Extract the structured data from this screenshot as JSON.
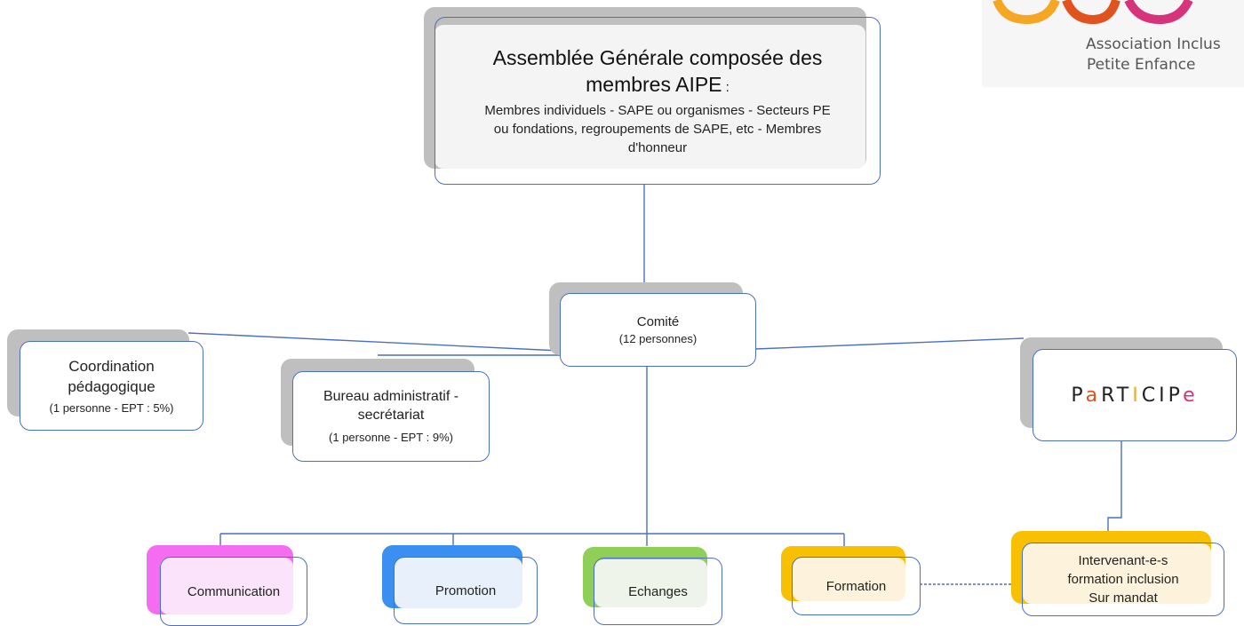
{
  "assembly": {
    "title_line1": "Assemblée Générale composée des",
    "title_line2": "membres AIPE",
    "title_suffix": " :",
    "members_line1": "Membres individuels - SAPE ou organismes - Secteurs PE",
    "members_line2": "ou fondations, regroupements de SAPE, etc - Membres",
    "members_line3": "d'honneur"
  },
  "comite": {
    "title": "Comité",
    "subtitle": "(12 personnes)"
  },
  "coordination": {
    "line1": "Coordination",
    "line2": "pédagogique",
    "detail": "(1 personne - EPT : 5%)"
  },
  "bureau": {
    "line1": "Bureau administratif -",
    "line2": "secrétariat",
    "detail": "(1 personne - EPT : 9%)"
  },
  "participe": {
    "letters": [
      {
        "ch": "P",
        "color": "#222222"
      },
      {
        "ch": "a",
        "color": "#e0531f"
      },
      {
        "ch": "R",
        "color": "#222222"
      },
      {
        "ch": "T",
        "color": "#222222"
      },
      {
        "ch": "I",
        "color": "#f5a623"
      },
      {
        "ch": "C",
        "color": "#222222"
      },
      {
        "ch": "I",
        "color": "#222222"
      },
      {
        "ch": "P",
        "color": "#222222"
      },
      {
        "ch": "e",
        "color": "#d6337a"
      }
    ]
  },
  "leaves": {
    "communication": "Communication",
    "promotion": "Promotion",
    "echanges": "Echanges",
    "formation": "Formation"
  },
  "intervenant": {
    "line1": "Intervenant-e-s",
    "line2": "formation inclusion",
    "line3": "Sur mandat"
  },
  "logo": {
    "line1": "Association Inclus",
    "line2": "Petite Enfance"
  },
  "colors": {
    "connector": "#4a6fc4",
    "shadow_gray": "#bfbfbf",
    "communication": "#f46cf0",
    "promotion": "#3b8ff0",
    "echanges": "#8fcf57",
    "formation": "#f7c000",
    "intervenant": "#f7c000"
  }
}
